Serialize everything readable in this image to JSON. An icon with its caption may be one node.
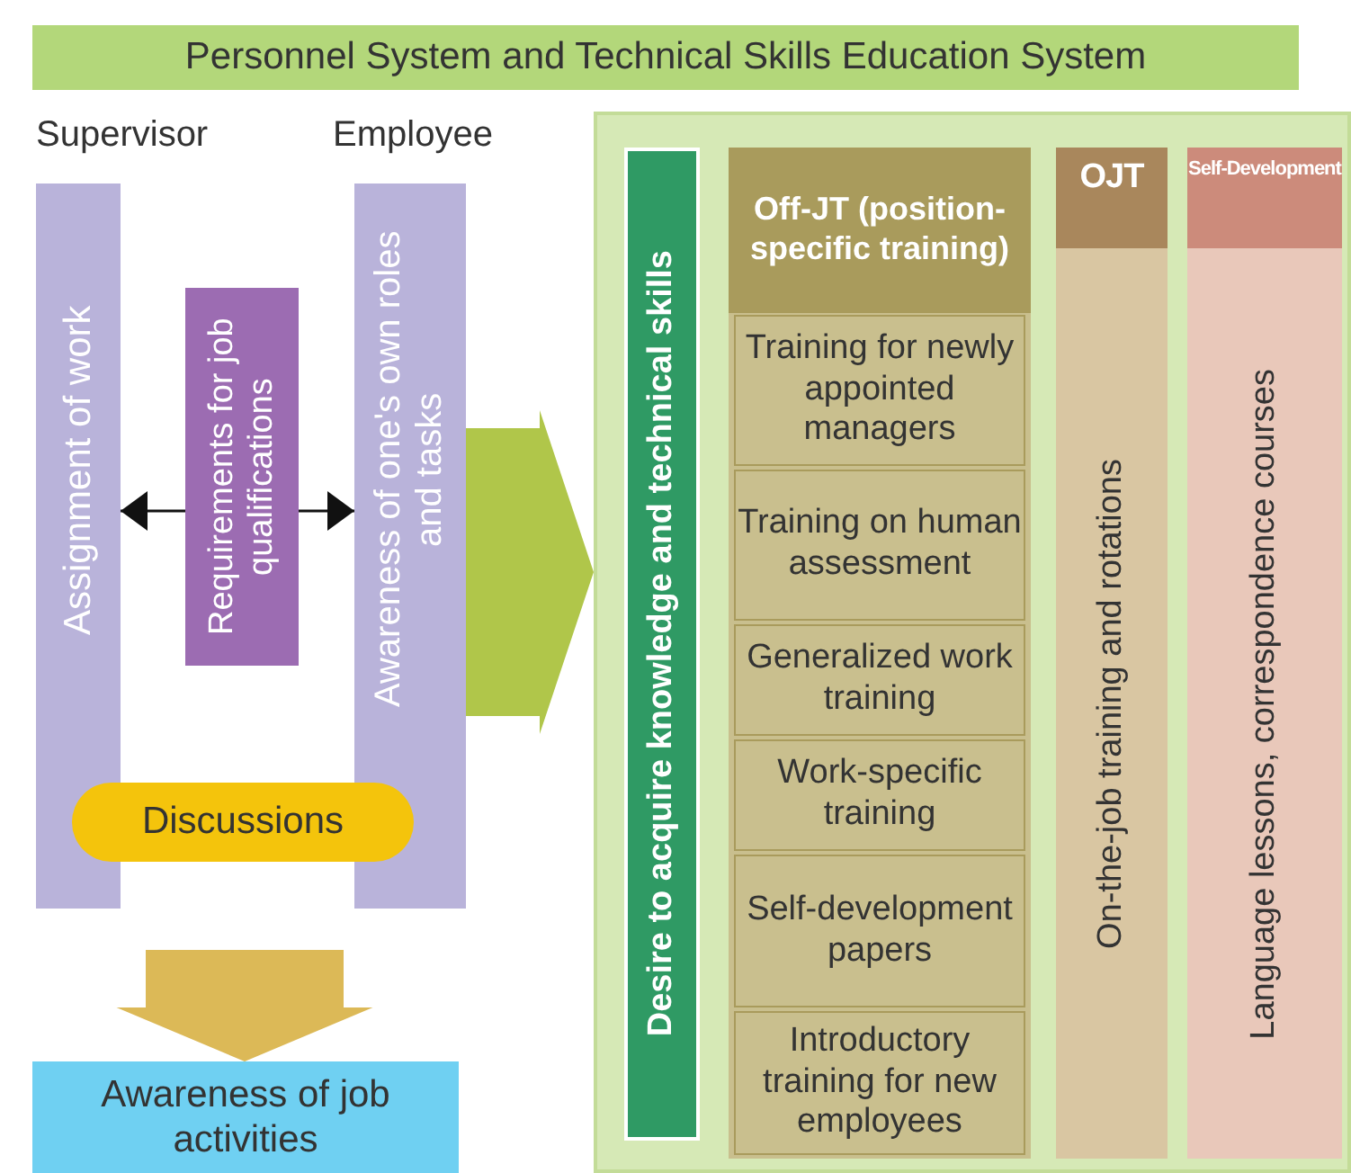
{
  "diagram": {
    "title": "Personnel System and Technical Skills Education System",
    "nodes": [
      {
        "text": [
          "Supervisor",
          "Assignment of work"
        ]
      },
      {
        "text": [
          "Employee",
          "Awareness of one's own roles and tasks"
        ]
      },
      {
        "text": [
          "Requirements for job qualifications"
        ]
      },
      {
        "text": [
          "Discussions"
        ]
      },
      {
        "text": [
          "Awareness of job activities"
        ]
      },
      {
        "text": [],
        "shape": "box"
      },
      {
        "text": [
          "Desire to acquire knowledge and technical skills"
        ],
        "in": 5
      },
      {
        "text": [
          "Off-JT (position-specific training)"
        ],
        "in": 5
      },
      {
        "text": [
          "Training for newly appointed managers"
        ],
        "in": 7
      },
      {
        "text": [
          "Training on human assessment"
        ],
        "in": 7
      },
      {
        "text": [
          "Generalized work training"
        ],
        "in": 7
      },
      {
        "text": [
          "Work-specific training"
        ],
        "in": 7
      },
      {
        "text": [
          "Self-development papers"
        ],
        "in": 7
      },
      {
        "text": [
          "Introductory training for new employees"
        ],
        "in": 7
      },
      {
        "text": [
          "OJT",
          "On-the-job training and rotations"
        ],
        "in": 5
      },
      {
        "text": [
          "Self-Development",
          "Language lessons, correspondence courses"
        ],
        "in": 5
      }
    ],
    "edges": [
      {
        "from": 2,
        "to": 0,
        "arrow": "to"
      },
      {
        "from": 2,
        "to": 1,
        "arrow": "to"
      },
      {
        "from": null,
        "to": 4,
        "arrow": "to",
        "style": "thick",
        "color": "#dcb957"
      },
      {
        "from": 1,
        "to": 5,
        "arrow": "to",
        "style": "thick",
        "color": "#b0c64a"
      }
    ]
  }
}
